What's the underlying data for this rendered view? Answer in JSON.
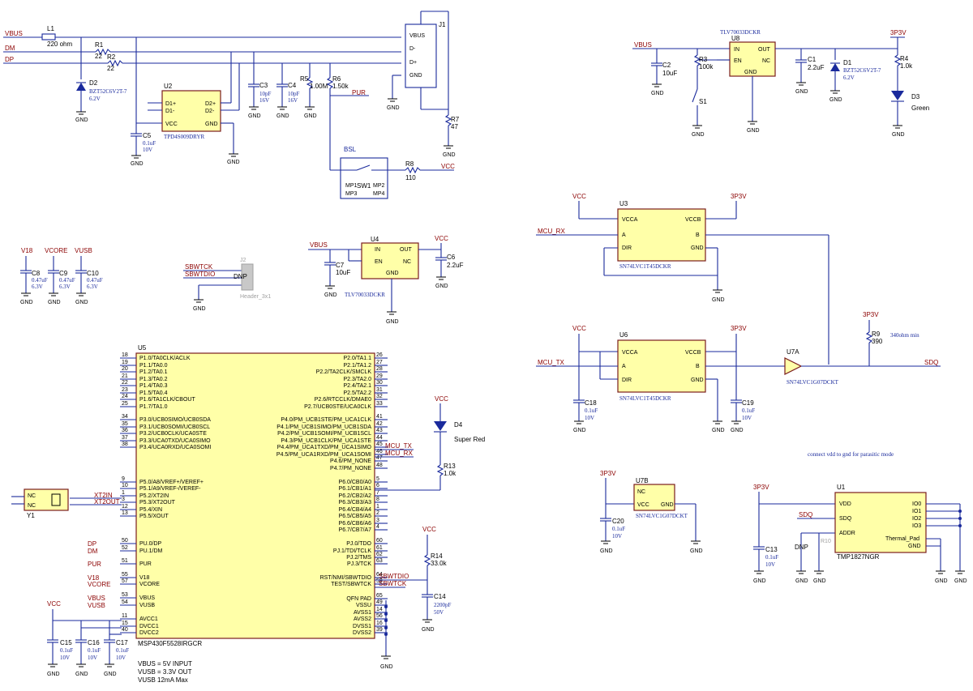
{
  "nets": {
    "vbus": "VBUS",
    "dm": "DM",
    "dp": "DP",
    "pur": "PUR",
    "vcc": "VCC",
    "p3v3": "3P3V",
    "v18": "V18",
    "vcore": "VCORE",
    "vusb": "VUSB",
    "sbwtck": "SBWTCK",
    "sbwtdio": "SBWTDIO",
    "mcu_rx": "MCU_RX",
    "mcu_tx": "MCU_TX",
    "sdq": "SDQ",
    "xt2in": "XT2IN",
    "xt2out": "XT2OUT",
    "gnd": "GND"
  },
  "components": {
    "L1": {
      "ref": "L1",
      "value": "220 ohm"
    },
    "R1": {
      "ref": "R1",
      "value": "22"
    },
    "R2": {
      "ref": "R2",
      "value": "22"
    },
    "D2": {
      "ref": "D2",
      "part": "BZT52C6V2T-7",
      "value": "6.2V"
    },
    "U2": {
      "ref": "U2",
      "part": "TPD4S009DRYR",
      "pins": [
        "D1+",
        "D1-",
        "VCC",
        "D2+",
        "D2-",
        "GND"
      ]
    },
    "C5": {
      "ref": "C5",
      "value": "0.1uF",
      "rating": "10V"
    },
    "C3": {
      "ref": "C3",
      "value": "10pF",
      "rating": "16V"
    },
    "C4": {
      "ref": "C4",
      "value": "10pF",
      "rating": "16V"
    },
    "R5": {
      "ref": "R5",
      "value": "1.00M"
    },
    "R6": {
      "ref": "R6",
      "value": "1.50k"
    },
    "J1": {
      "ref": "J1",
      "pins": [
        "VBUS",
        "D-",
        "D+",
        "GND"
      ]
    },
    "R7": {
      "ref": "R7",
      "value": "47"
    },
    "BSL": {
      "label": "BSL",
      "ref": "SW1",
      "pins": [
        "MP1",
        "MP2",
        "MP3",
        "MP4"
      ]
    },
    "R8": {
      "ref": "R8",
      "value": "110"
    },
    "U8": {
      "ref": "U8",
      "part": "TLV70033DCKR",
      "pins": [
        "IN",
        "OUT",
        "EN",
        "NC",
        "GND"
      ]
    },
    "C2": {
      "ref": "C2",
      "value": "10uF"
    },
    "R3": {
      "ref": "R3",
      "value": "100k"
    },
    "S1": {
      "ref": "S1"
    },
    "C1": {
      "ref": "C1",
      "value": "2.2uF"
    },
    "D1": {
      "ref": "D1",
      "part": "BZT52C6V2T-7",
      "value": "6.2V"
    },
    "R4": {
      "ref": "R4",
      "value": "1.0k"
    },
    "D3": {
      "ref": "D3",
      "value": "Green"
    },
    "C8": {
      "ref": "C8",
      "value": "0.47uF",
      "rating": "6.3V"
    },
    "C9": {
      "ref": "C9",
      "value": "0.47uF",
      "rating": "6.3V"
    },
    "C10": {
      "ref": "C10",
      "value": "0.47uF",
      "rating": "6.3V"
    },
    "J2": {
      "ref": "J2",
      "dnp": "DNP",
      "part": "Header_3x1"
    },
    "U4": {
      "ref": "U4",
      "part": "TLV70033DCKR",
      "pins": [
        "IN",
        "OUT",
        "EN",
        "NC",
        "GND"
      ]
    },
    "C7": {
      "ref": "C7",
      "value": "10uF"
    },
    "C6": {
      "ref": "C6",
      "value": "2.2uF"
    },
    "U3": {
      "ref": "U3",
      "part": "SN74LVC1T45DCKR",
      "pins": [
        "VCCA",
        "VCCB",
        "A",
        "B",
        "DIR",
        "GND"
      ]
    },
    "U6": {
      "ref": "U6",
      "part": "SN74LVC1T45DCKR",
      "pins": [
        "VCCA",
        "VCCB",
        "A",
        "B",
        "DIR",
        "GND"
      ]
    },
    "C18": {
      "ref": "C18",
      "value": "0.1uF",
      "rating": "10V"
    },
    "C19": {
      "ref": "C19",
      "value": "0.1uF",
      "rating": "10V"
    },
    "U7A": {
      "ref": "U7A",
      "part": "SN74LVC1G07DCKT"
    },
    "R9": {
      "ref": "R9",
      "value": "390",
      "note": "340ohm min"
    },
    "U5": {
      "ref": "U5",
      "part": "MSP430F5528IRGCR",
      "left": [
        {
          "n": "18",
          "name": "P1.0/TA0CLK/ACLK"
        },
        {
          "n": "19",
          "name": "P1.1/TA0.0"
        },
        {
          "n": "20",
          "name": "P1.2/TA0.1"
        },
        {
          "n": "21",
          "name": "P1.3/TA0.2"
        },
        {
          "n": "22",
          "name": "P1.4/TA0.3"
        },
        {
          "n": "23",
          "name": "P1.5/TA0.4"
        },
        {
          "n": "24",
          "name": "P1.6/TA1CLK/CBOUT"
        },
        {
          "n": "25",
          "name": "P1.7/TA1.0"
        },
        {
          "n": "34",
          "name": "P3.0/UCB0SIMO/UCB0SDA"
        },
        {
          "n": "35",
          "name": "P3.1/UCB0SOMI/UCB0SCL"
        },
        {
          "n": "36",
          "name": "P3.2/UCB0CLK/UCA0STE"
        },
        {
          "n": "37",
          "name": "P3.3/UCA0TXD/UCA0SIMO"
        },
        {
          "n": "38",
          "name": "P3.4/UCA0RXD/UCA0SOMI"
        },
        {
          "n": "9",
          "name": "P5.0/A8/VREF+/VEREF+"
        },
        {
          "n": "10",
          "name": "P5.1/A9/VREF-/VEREF-"
        },
        {
          "n": "1",
          "name": "P5.2/XT2IN"
        },
        {
          "n": "3",
          "name": "P5.3/XT2OUT"
        },
        {
          "n": "12",
          "name": "P5.4/XIN"
        },
        {
          "n": "13",
          "name": "P5.5/XOUT"
        },
        {
          "n": "50",
          "name": "PU.0/DP"
        },
        {
          "n": "52",
          "name": "PU.1/DM"
        },
        {
          "n": "51",
          "name": "PUR"
        },
        {
          "n": "55",
          "name": "V18"
        },
        {
          "n": "57",
          "name": "VCORE"
        },
        {
          "n": "53",
          "name": "VBUS"
        },
        {
          "n": "54",
          "name": "VUSB"
        },
        {
          "n": "11",
          "name": "AVCC1"
        },
        {
          "n": "15",
          "name": "DVCC1"
        },
        {
          "n": "40",
          "name": "DVCC2"
        }
      ],
      "right": [
        {
          "n": "26",
          "name": "P2.0/TA1.1"
        },
        {
          "n": "27",
          "name": "P2.1/TA1.2"
        },
        {
          "n": "28",
          "name": "P2.2/TA2CLK/SMCLK"
        },
        {
          "n": "29",
          "name": "P2.3/TA2.0"
        },
        {
          "n": "30",
          "name": "P2.4/TA2.1"
        },
        {
          "n": "31",
          "name": "P2.5/TA2.2"
        },
        {
          "n": "32",
          "name": "P2.6/RTCCLK/DMAE0"
        },
        {
          "n": "33",
          "name": "P2.7/UCB0STE/UCA0CLK"
        },
        {
          "n": "41",
          "name": "P4.0/PM_UCB1STE/PM_UCA1CLK"
        },
        {
          "n": "42",
          "name": "P4.1/PM_UCB1SIMO/PM_UCB1SDA"
        },
        {
          "n": "43",
          "name": "P4.2/PM_UCB1SOMI/PM_UCB1SCL"
        },
        {
          "n": "44",
          "name": "P4.3/PM_UCB1CLK/PM_UCA1STE"
        },
        {
          "n": "45",
          "name": "P4.4/PM_UCA1TXD/PM_UCA1SIMO"
        },
        {
          "n": "46",
          "name": "P4.5/PM_UCA1RXD/PM_UCA1SOMI"
        },
        {
          "n": "47",
          "name": "P4.6/PM_NONE"
        },
        {
          "n": "48",
          "name": "P4.7/PM_NONE"
        },
        {
          "n": "5",
          "name": "P6.0/CB0/A0"
        },
        {
          "n": "6",
          "name": "P6.1/CB1/A1"
        },
        {
          "n": "7",
          "name": "P6.2/CB2/A2"
        },
        {
          "n": "8",
          "name": "P6.3/CB3/A3"
        },
        {
          "n": "1",
          "name": "P6.4/CB4/A4"
        },
        {
          "n": "2",
          "name": "P6.5/CB5/A5"
        },
        {
          "n": "3",
          "name": "P6.6/CB6/A6"
        },
        {
          "n": "4",
          "name": "P6.7/CB7/A7"
        },
        {
          "n": "60",
          "name": "PJ.0/TDO"
        },
        {
          "n": "61",
          "name": "PJ.1/TDI/TCLK"
        },
        {
          "n": "62",
          "name": "PJ.2/TMS"
        },
        {
          "n": "63",
          "name": "PJ.3/TCK"
        },
        {
          "n": "64",
          "name": "RST/NMI/SBWTDIO"
        },
        {
          "n": "59",
          "name": "TEST/SBWTCK"
        },
        {
          "n": "65",
          "name": "QFN PAD"
        },
        {
          "n": "49",
          "name": "VSSU"
        },
        {
          "n": "14",
          "name": "AVSS1"
        },
        {
          "n": "56",
          "name": "AVSS2"
        },
        {
          "n": "16",
          "name": "DVSS1"
        },
        {
          "n": "39",
          "name": "DVSS2"
        }
      ]
    },
    "Y1": {
      "ref": "Y1",
      "pins": [
        "NC",
        "NC"
      ]
    },
    "C15": {
      "ref": "C15",
      "value": "0.1uF",
      "rating": "10V"
    },
    "C16": {
      "ref": "C16",
      "value": "0.1uF",
      "rating": "10V"
    },
    "C17": {
      "ref": "C17",
      "value": "0.1uF",
      "rating": "10V"
    },
    "D4": {
      "ref": "D4",
      "value": "Super Red"
    },
    "R13": {
      "ref": "R13",
      "value": "1.0k"
    },
    "R14": {
      "ref": "R14",
      "value": "33.0k"
    },
    "C14": {
      "ref": "C14",
      "value": "2200pF",
      "rating": "50V"
    },
    "U7B": {
      "ref": "U7B",
      "part": "SN74LVC1G07DCKT",
      "pins": [
        "NC",
        "VCC",
        "GND"
      ]
    },
    "C20": {
      "ref": "C20",
      "value": "0.1uF",
      "rating": "10V"
    },
    "U1": {
      "ref": "U1",
      "part": "TMP1827NGR",
      "pins": [
        "VDD",
        "SDQ",
        "ADDR",
        "IO0",
        "IO1",
        "IO2",
        "IO3",
        "Thermal_Pad",
        "GND"
      ]
    },
    "C13": {
      "ref": "C13",
      "value": "0.1uF",
      "rating": "10V"
    },
    "R10": {
      "ref": "R10",
      "dnp": "DNP"
    }
  },
  "notes": {
    "parasitic": "connect vdd to gnd for parasitic mode",
    "power1": "VBUS = 5V INPUT",
    "power2": "VUSB = 3.3V OUT",
    "power3": "VUSB 12mA Max"
  }
}
